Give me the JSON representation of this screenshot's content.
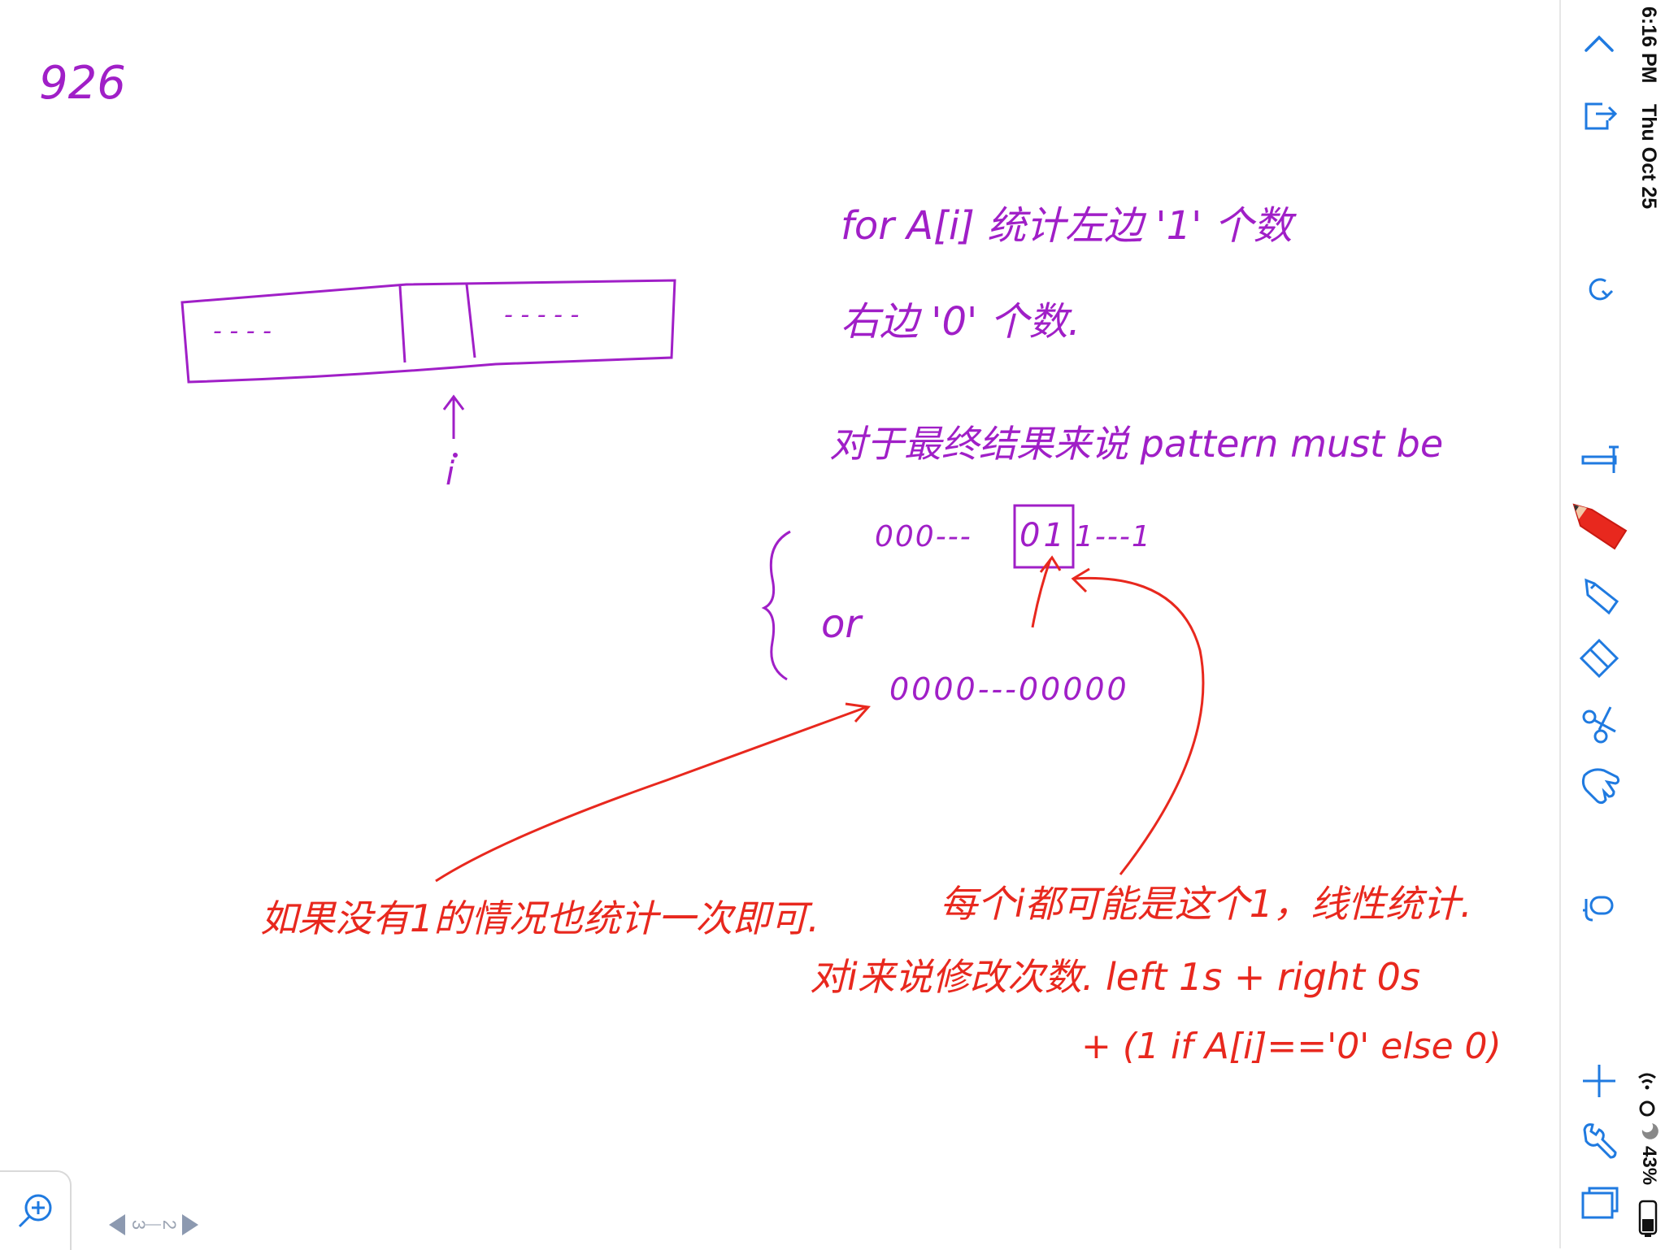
{
  "status_bar": {
    "time": "6:16 PM",
    "date": "Thu Oct 25",
    "battery": "43%"
  },
  "toolbar": {
    "tools": [
      {
        "name": "collapse",
        "icon": "chevron-up-icon"
      },
      {
        "name": "export",
        "icon": "share-icon"
      },
      {
        "name": "undo",
        "icon": "undo-icon"
      },
      {
        "name": "text",
        "icon": "text-tool-icon"
      },
      {
        "name": "pen",
        "icon": "pencil-icon"
      },
      {
        "name": "highlighter",
        "icon": "highlighter-icon"
      },
      {
        "name": "eraser",
        "icon": "eraser-icon"
      },
      {
        "name": "lasso",
        "icon": "scissors-icon"
      },
      {
        "name": "hand",
        "icon": "hand-icon"
      },
      {
        "name": "audio",
        "icon": "microphone-icon"
      },
      {
        "name": "add",
        "icon": "plus-icon"
      },
      {
        "name": "settings",
        "icon": "wrench-icon"
      },
      {
        "name": "pages",
        "icon": "pages-icon"
      }
    ],
    "active_color": "#e8281e"
  },
  "page_nav": {
    "current": "3",
    "total": "2"
  },
  "note": {
    "title": "926",
    "line1": "for A[i] 统计左边 '1' 个数",
    "line2": "右边 '0' 个数.",
    "line3": "对于最终结果来说 pattern must be",
    "pattern1_left": "000---",
    "pattern1_box": "01",
    "pattern1_right": "1---1",
    "or_label": "or",
    "pattern2": "0000---00000",
    "pointer_label": "i",
    "cell_dots_left": "- - - -",
    "cell_dots_right": "- - - - -",
    "annotation1": "如果没有1的情况也统计一次即可.",
    "annotation2": "每个i都可能是这个1，线性统计.",
    "annotation3": "对i来说修改次数. left 1s + right 0s",
    "annotation4": "+ (1 if A[i]=='0' else 0)"
  },
  "colors": {
    "purple_ink": "#a01fc7",
    "red_ink": "#e8281e",
    "icon_blue": "#1f7ae0"
  }
}
